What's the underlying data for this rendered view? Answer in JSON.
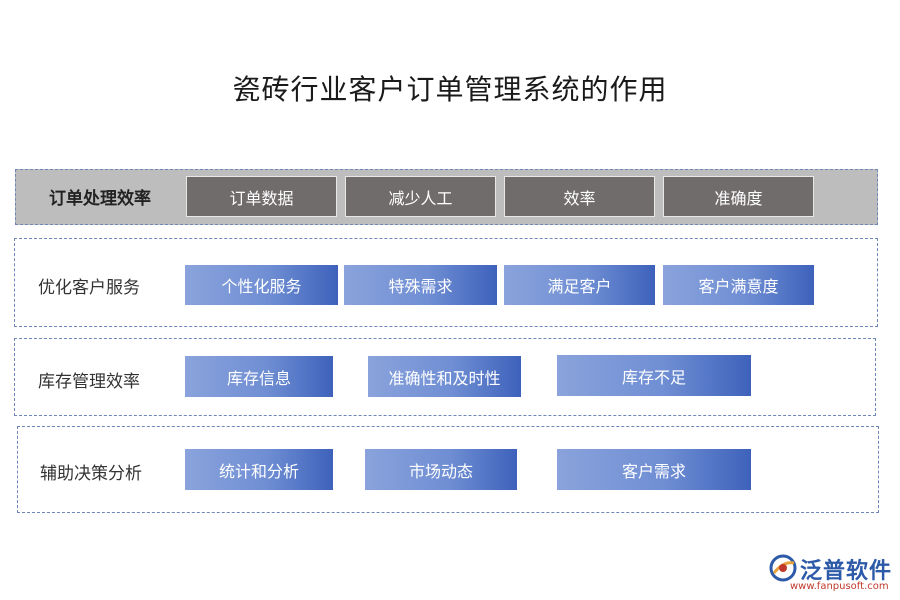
{
  "title": "瓷砖行业客户订单管理系统的作用",
  "rows": [
    {
      "label": "订单处理效率",
      "items": [
        "订单数据",
        "减少人工",
        "效率",
        "准确度"
      ]
    },
    {
      "label": "优化客户服务",
      "items": [
        "个性化服务",
        "特殊需求",
        "满足客户",
        "客户满意度"
      ]
    },
    {
      "label": "库存管理效率",
      "items": [
        "库存信息",
        "准确性和及时性",
        "库存不足"
      ]
    },
    {
      "label": "辅助决策分析",
      "items": [
        "统计和分析",
        "市场动态",
        "客户需求"
      ]
    }
  ],
  "colors": {
    "row1_bg": "#bdbdbd",
    "dark_box": "#716c6c",
    "blue_box_start": "#8aa3dc",
    "blue_box_end": "#3e62bb",
    "dashed_border": "#6f86b8"
  },
  "logo": {
    "name": "泛普软件",
    "url": "www.fanpusoft.com",
    "icon": "fanpu-logo-icon"
  }
}
